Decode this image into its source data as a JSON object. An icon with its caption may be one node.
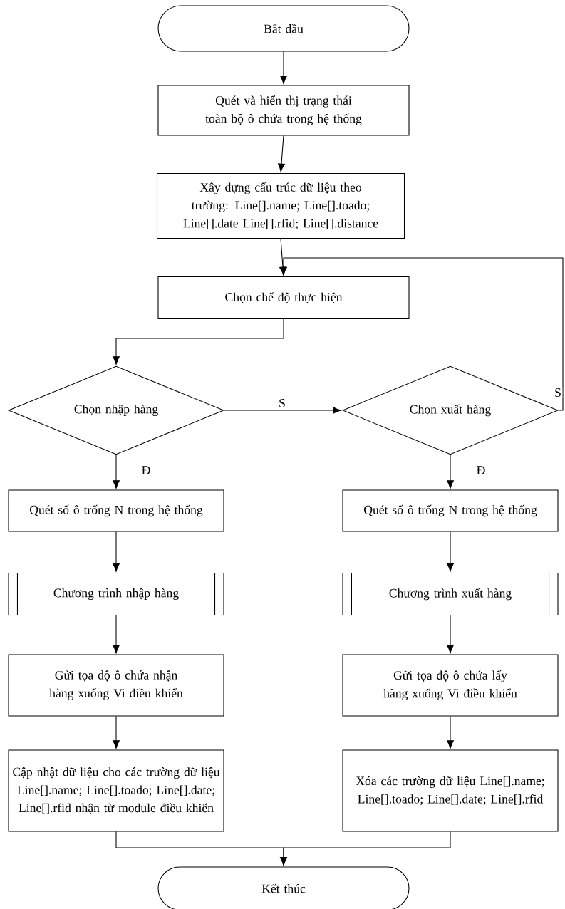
{
  "diagram": {
    "nodes": [
      {
        "text": [
          "Bắt đầu"
        ]
      },
      {
        "text": [
          "Quét và hiển thị trạng thái toàn bộ ô chứa trong hệ thống"
        ]
      },
      {
        "text": [
          "Xây dựng cấu trúc dữ liệu theo trường: Line[].name; Line[].toado; Line[].date Line[].rfid; Line[].distance"
        ]
      },
      {
        "text": [
          "Chọn chế độ thực hiện"
        ]
      },
      {
        "text": [
          "Chọn nhập hàng"
        ]
      },
      {
        "text": [
          "Chọn xuất hàng"
        ]
      },
      {
        "text": [
          "Quét số ô trống N trong hệ thống"
        ]
      },
      {
        "text": [
          "Quét số ô trống N trong hệ thống"
        ]
      },
      {
        "text": [
          "Chương trình nhập hàng"
        ]
      },
      {
        "text": [
          "Chương trình xuất hàng"
        ]
      },
      {
        "text": [
          "Gửi tọa độ ô chứa nhận hàng xuống Vi điều khiển"
        ]
      },
      {
        "text": [
          "Gửi tọa độ ô chứa lấy hàng xuống Vi điều khiển"
        ]
      },
      {
        "text": [
          "Cập nhật dữ liệu cho các trường dữ liệu Line[].name; Line[].toado; Line[].date; Line[].rfid nhận từ module điều khiển"
        ]
      },
      {
        "text": [
          "Xóa các trường dữ liệu Line[].name; Line[].toado; Line[].date; Line[].rfid"
        ]
      },
      {
        "text": [
          "Kết thúc"
        ]
      }
    ],
    "edges": [
      {
        "from": 0,
        "to": 1,
        "arrow": "to"
      },
      {
        "from": 1,
        "to": 2,
        "arrow": "to"
      },
      {
        "from": 2,
        "to": 3,
        "arrow": "to"
      },
      {
        "from": 3,
        "to": 4,
        "arrow": "to"
      },
      {
        "from": 4,
        "to": 5,
        "arrow": "to",
        "label": "S"
      },
      {
        "from": 5,
        "to": 3,
        "arrow": "to",
        "label": "S"
      },
      {
        "from": 4,
        "to": 6,
        "arrow": "to",
        "label": "Đ"
      },
      {
        "from": 5,
        "to": 7,
        "arrow": "to",
        "label": "Đ"
      },
      {
        "from": 6,
        "to": 8,
        "arrow": "to"
      },
      {
        "from": 7,
        "to": 9,
        "arrow": "to"
      },
      {
        "from": 8,
        "to": 10,
        "arrow": "to"
      },
      {
        "from": 9,
        "to": 11,
        "arrow": "to"
      },
      {
        "from": 10,
        "to": 12,
        "arrow": "to"
      },
      {
        "from": 11,
        "to": 13,
        "arrow": "to"
      },
      {
        "from": 12,
        "to": 14,
        "arrow": "to"
      },
      {
        "from": 13,
        "to": 14,
        "arrow": "to"
      }
    ]
  }
}
